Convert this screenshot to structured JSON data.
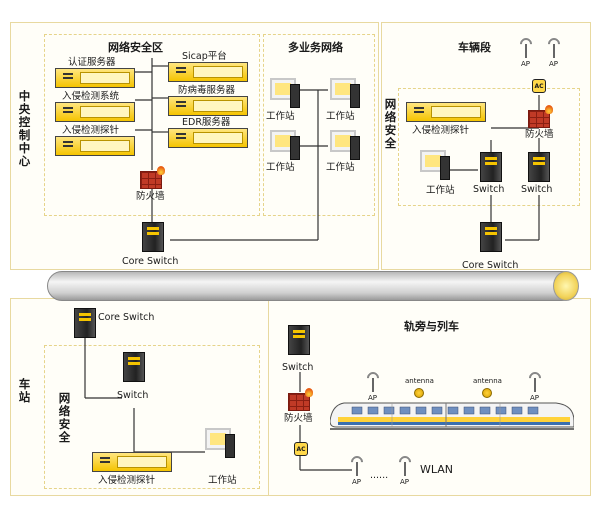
{
  "central": {
    "title": "中央控制中心",
    "security_zone": "网络安全区",
    "servers": {
      "auth": "认证服务器",
      "ids": "入侵检测系统",
      "probe": "入侵检测探针",
      "sicap": "Sicap平台",
      "antivirus": "防病毒服务器",
      "edr": "EDR服务器"
    },
    "firewall": "防火墙",
    "core_switch": "Core Switch",
    "multi_network": "多业务网络",
    "workstation": "工作站"
  },
  "depot": {
    "title": "车辆段",
    "security": "网络安全",
    "probe": "入侵检测探针",
    "firewall": "防火墙",
    "switch": "Switch",
    "workstation": "工作站",
    "core_switch": "Core Switch",
    "ap": "AP",
    "ac": "AC"
  },
  "station": {
    "title": "车站",
    "security": "网络安全",
    "core_switch": "Core Switch",
    "switch": "Switch",
    "probe": "入侵检测探针",
    "workstation": "工作站"
  },
  "trackside": {
    "title": "轨旁与列车",
    "switch": "Switch",
    "firewall": "防火墙",
    "ap": "AP",
    "antenna": "antenna",
    "ac": "AC",
    "wlan": "WLAN",
    "dots": "......"
  },
  "colors": {
    "accent": "#f5c400",
    "zone_border": "#e8d9a0",
    "firewall": "#c03a26"
  }
}
